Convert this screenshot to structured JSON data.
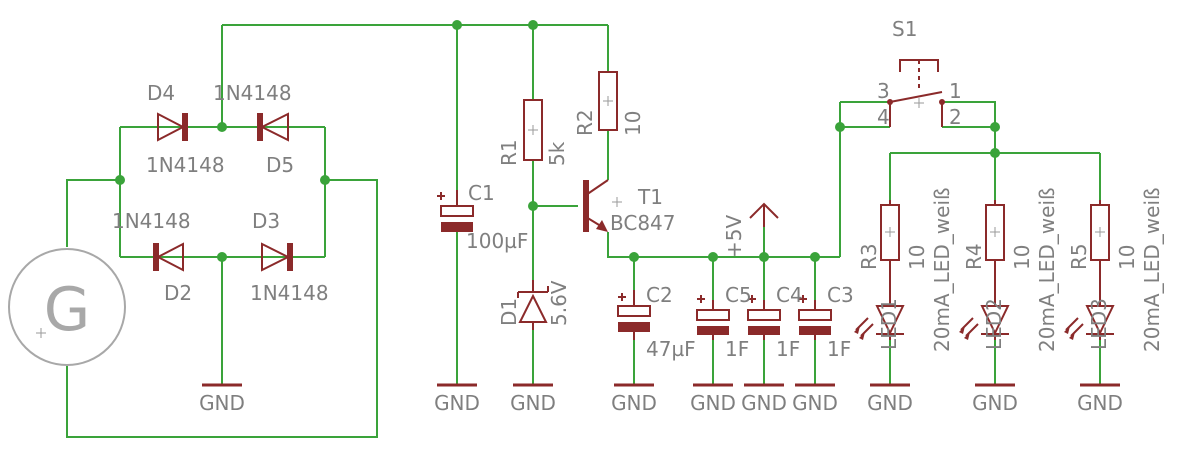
{
  "generator": {
    "label": "G"
  },
  "labels": {
    "d4": "D4",
    "d4_val": "1N4148",
    "d5": "D5",
    "d5_val": "1N4148",
    "d2": "D2",
    "d2_val": "1N4148",
    "d3": "D3",
    "d3_val": "1N4148",
    "c1": "C1",
    "c1_val": "100µF",
    "r1": "R1",
    "r1_val": "5k",
    "r2": "R2",
    "r2_val": "10",
    "t1": "T1",
    "t1_val": "BC847",
    "d1": "D1",
    "d1_val": "5.6V",
    "c2": "C2",
    "c2_val": "47µF",
    "c5": "C5",
    "c5_val": "1F",
    "c4": "C4",
    "c4_val": "1F",
    "c3": "C3",
    "c3_val": "1F",
    "vcc": "+5V",
    "s1": "S1",
    "s1_p1": "1",
    "s1_p2": "2",
    "s1_p3": "3",
    "s1_p4": "4",
    "r3": "R3",
    "r3_val": "10",
    "r4": "R4",
    "r4_val": "10",
    "r5": "R5",
    "r5_val": "10",
    "led1": "LED1",
    "led1_val": "20mA_LED_weiß",
    "led2": "LED2",
    "led2_val": "20mA_LED_weiß",
    "led3": "LED3",
    "led3_val": "20mA_LED_weiß",
    "gnd": "GND"
  },
  "colors": {
    "wire": "#3aa33a",
    "component": "#8b2a2a",
    "label": "#7f7f7f",
    "background": "#ffffff"
  }
}
